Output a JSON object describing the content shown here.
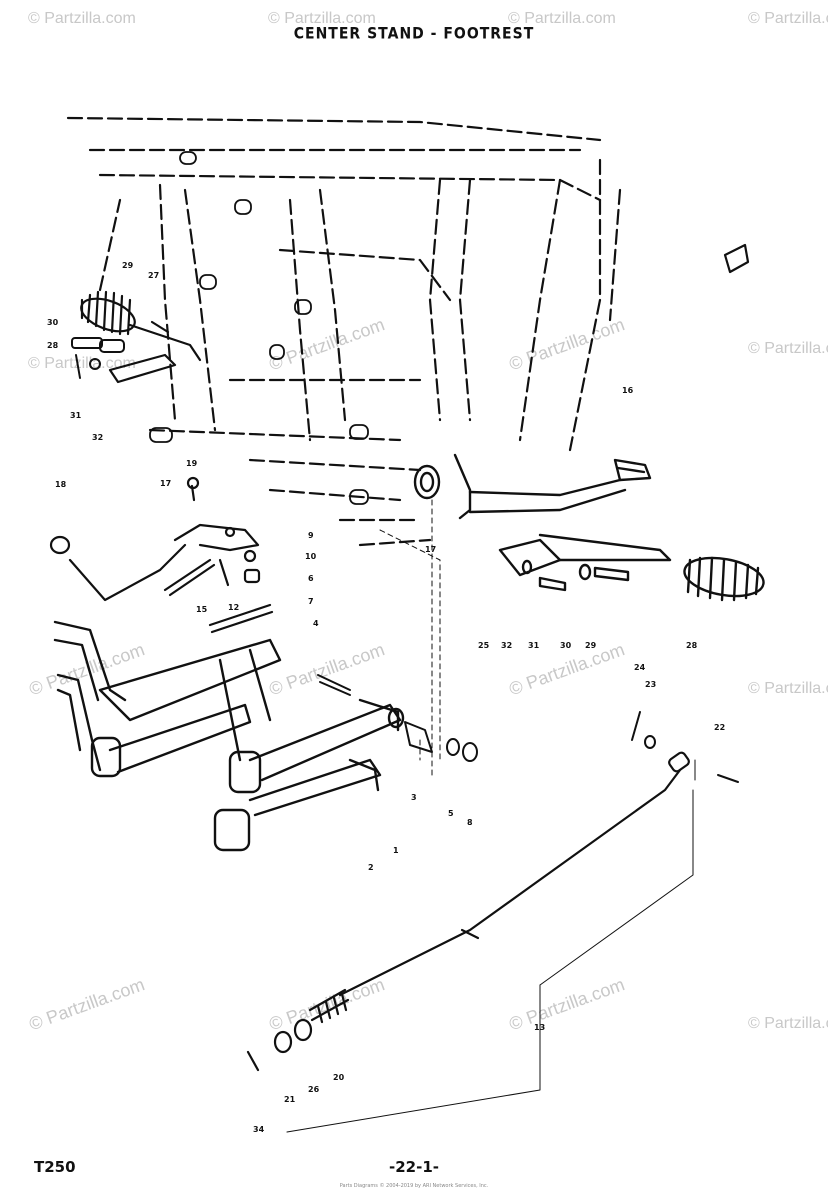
{
  "title": "CENTER STAND - FOOTREST",
  "model": "T250",
  "page_number": "-22-1-",
  "copyright_small": "Parts Diagrams © 2004-2019 by ARI Network Services, Inc.",
  "watermark": "© Partzilla.com",
  "labels": {
    "n29a": "29",
    "n27": "27",
    "n30a": "30",
    "n28a": "28",
    "n31a": "31",
    "n32a": "32",
    "n16": "16",
    "n19": "19",
    "n17a": "17",
    "n9": "9",
    "n10": "10",
    "n6": "6",
    "n7": "7",
    "n18": "18",
    "n12": "12",
    "n4": "4",
    "n15": "15",
    "n17b": "17",
    "n25": "25",
    "n32b": "32",
    "n31b": "31",
    "n30b": "30",
    "n29b": "29",
    "n28b": "28",
    "n24": "24",
    "n23": "23",
    "n22": "22",
    "n3": "3",
    "n5": "5",
    "n8": "8",
    "n1": "1",
    "n2": "2",
    "n13": "13",
    "n21": "21",
    "n20": "20",
    "n26": "26",
    "n34": "34"
  }
}
